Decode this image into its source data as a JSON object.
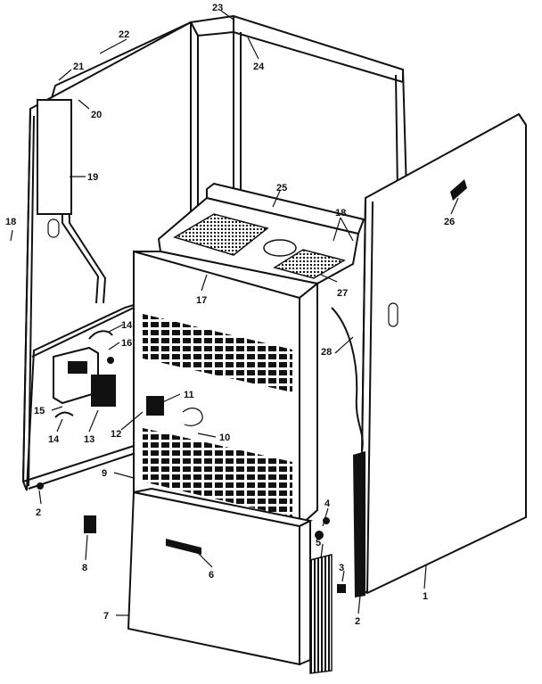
{
  "diagram": {
    "part_numbers": {
      "p1": "1",
      "p2a": "2",
      "p2b": "2",
      "p3": "3",
      "p4": "4",
      "p5": "5",
      "p6": "6",
      "p7": "7",
      "p8": "8",
      "p9": "9",
      "p10": "10",
      "p11": "11",
      "p12": "12",
      "p13": "13",
      "p14a": "14",
      "p14b": "14",
      "p15": "15",
      "p16": "16",
      "p17": "17",
      "p18a": "18",
      "p18b": "18",
      "p19": "19",
      "p20": "20",
      "p21": "21",
      "p22": "22",
      "p23": "23",
      "p24": "24",
      "p25": "25",
      "p26": "26",
      "p27": "27",
      "p28": "28"
    }
  }
}
